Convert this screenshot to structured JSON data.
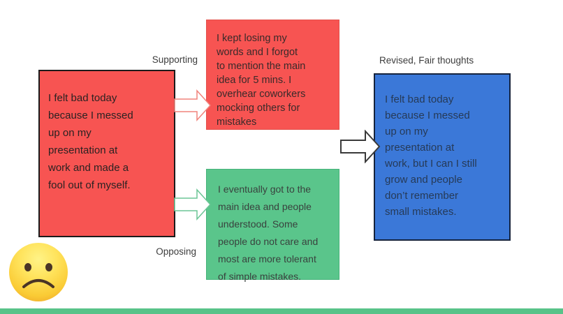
{
  "labels": {
    "supporting": "Supporting",
    "opposing": "Opposing",
    "revised": "Revised, Fair thoughts"
  },
  "boxes": {
    "negative_thought": {
      "text": "I felt bad today\nbecause I messed\nup on my\npresentation at\nwork and made a\nfool out of myself.",
      "color": "#F75452"
    },
    "supporting_thought": {
      "text": "I kept losing my\nwords and I forgot\nto mention the main\nidea for 5 mins. I\noverhear coworkers\nmocking others for\nmistakes",
      "color": "#F75452"
    },
    "opposing_thought": {
      "text": "I eventually got to the\nmain idea and people\nunderstood. Some\npeople do not care and\nmost are more tolerant\nof simple mistakes.",
      "color": "#5AC58B"
    },
    "revised_thought": {
      "text": "I felt bad today\nbecause I messed\nup on my\npresentation at\nwork, but I can I still\ngrow and people\ndon’t remember\nsmall mistakes.",
      "color": "#3B78D8"
    }
  },
  "icons": {
    "supporting_arrow": "right-arrow-icon",
    "opposing_arrow": "right-arrow-icon",
    "revise_arrow": "right-arrow-icon",
    "sad_face": "sad-face-emoji"
  },
  "colors": {
    "red_box": "#F75452",
    "green_box": "#5AC58B",
    "blue_box": "#3B78D8",
    "bottom_bar": "#58C389",
    "arrow_red_outline": "#F0837C",
    "arrow_green_outline": "#6CC596",
    "arrow_dark_outline": "#3A3A3A"
  }
}
